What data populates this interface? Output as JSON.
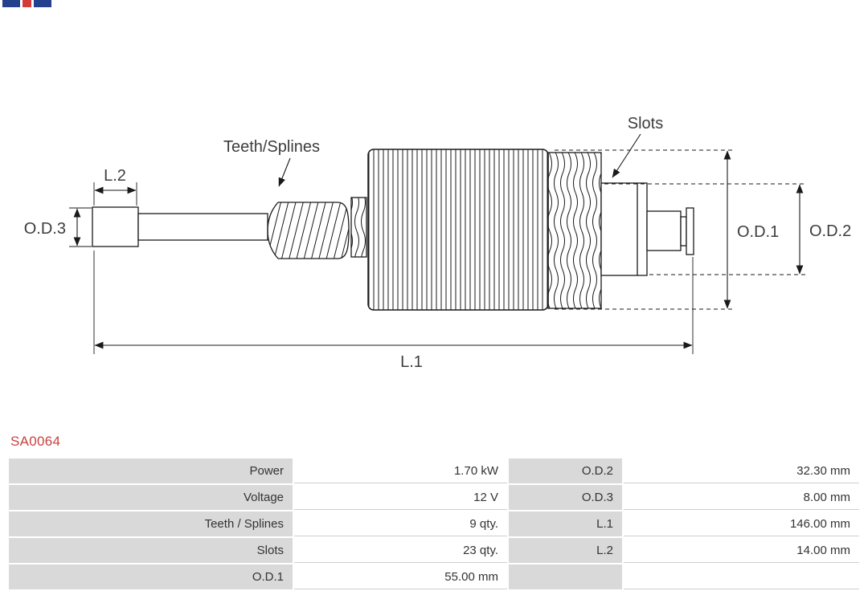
{
  "logo": {
    "icon": "as-pl-logo-fragment"
  },
  "part_number": "SA0064",
  "accent_color": "#c9413f",
  "table_label_bg": "#d9d9d9",
  "diagram": {
    "labels": {
      "teeth_splines": "Teeth/Splines",
      "slots": "Slots",
      "l1": "L.1",
      "l2": "L.2",
      "od1": "O.D.1",
      "od2": "O.D.2",
      "od3": "O.D.3"
    }
  },
  "specs": {
    "rows": [
      {
        "left_label": "Power",
        "left_value": "1.70 kW",
        "right_label": "O.D.2",
        "right_value": "32.30 mm"
      },
      {
        "left_label": "Voltage",
        "left_value": "12 V",
        "right_label": "O.D.3",
        "right_value": "8.00 mm"
      },
      {
        "left_label": "Teeth / Splines",
        "left_value": "9 qty.",
        "right_label": "L.1",
        "right_value": "146.00 mm"
      },
      {
        "left_label": "Slots",
        "left_value": "23 qty.",
        "right_label": "L.2",
        "right_value": "14.00 mm"
      },
      {
        "left_label": "O.D.1",
        "left_value": "55.00 mm",
        "right_label": "",
        "right_value": ""
      }
    ]
  }
}
